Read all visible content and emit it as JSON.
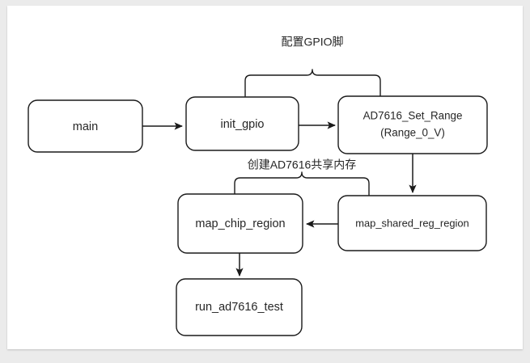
{
  "diagram": {
    "title_present": false,
    "background_color": "#ebebeb",
    "paper_color": "#ffffff",
    "stroke_color": "#1a1a1a",
    "text_color": "#262626",
    "nodes": [
      {
        "id": "main",
        "label": "main",
        "line1": "main",
        "line2": ""
      },
      {
        "id": "init_gpio",
        "label": "init_gpio",
        "line1": "init_gpio",
        "line2": ""
      },
      {
        "id": "ad7616_set_range",
        "label": "AD7616_Set_Range (Range_0_V)",
        "line1": "AD7616_Set_Range",
        "line2": "(Range_0_V)"
      },
      {
        "id": "map_chip_region",
        "label": "map_chip_region",
        "line1": "map_chip_region",
        "line2": ""
      },
      {
        "id": "map_shared_reg_region",
        "label": "map_shared_reg_region",
        "line1": "map_shared_reg_region",
        "line2": ""
      },
      {
        "id": "run_ad7616_test",
        "label": "run_ad7616_test",
        "line1": "run_ad7616_test",
        "line2": ""
      }
    ],
    "annotations": [
      {
        "id": "gpio_group",
        "label": "配置GPIO脚",
        "covers": [
          "init_gpio",
          "ad7616_set_range"
        ]
      },
      {
        "id": "shm_group",
        "label": "创建AD7616共享内存",
        "covers": [
          "map_chip_region",
          "map_shared_reg_region"
        ]
      }
    ],
    "edges": [
      {
        "from": "main",
        "to": "init_gpio",
        "direction": "right"
      },
      {
        "from": "init_gpio",
        "to": "ad7616_set_range",
        "direction": "right"
      },
      {
        "from": "ad7616_set_range",
        "to": "map_shared_reg_region",
        "direction": "down"
      },
      {
        "from": "map_shared_reg_region",
        "to": "map_chip_region",
        "direction": "left"
      },
      {
        "from": "map_chip_region",
        "to": "run_ad7616_test",
        "direction": "down"
      }
    ]
  }
}
